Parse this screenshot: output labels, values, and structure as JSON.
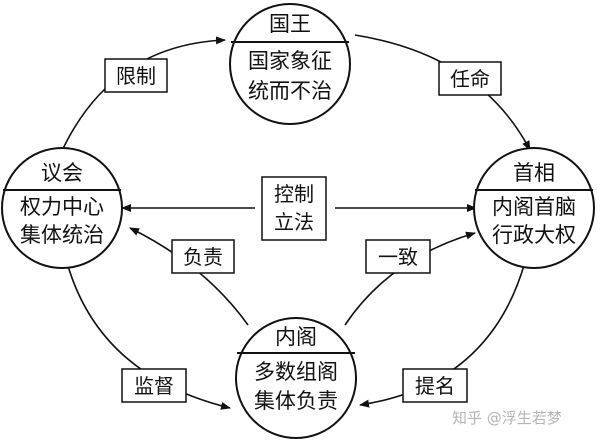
{
  "nodes": {
    "king": {
      "title": "国王",
      "lines": [
        "国家象征",
        "统而不治"
      ]
    },
    "parliament": {
      "title": "议会",
      "lines": [
        "权力中心",
        "集体统治"
      ]
    },
    "prime_minister": {
      "title": "首相",
      "lines": [
        "内阁首脑",
        "行政大权"
      ]
    },
    "cabinet": {
      "title": "内阁",
      "lines": [
        "多数组阁",
        "集体负责"
      ]
    }
  },
  "relations": {
    "limit": "限制",
    "appoint": "任命",
    "control_legislate": [
      "控制",
      "立法"
    ],
    "responsible": "负责",
    "consistent": "一致",
    "supervise": "监督",
    "nominate": "提名"
  },
  "watermark": "知乎 @浮生若梦"
}
